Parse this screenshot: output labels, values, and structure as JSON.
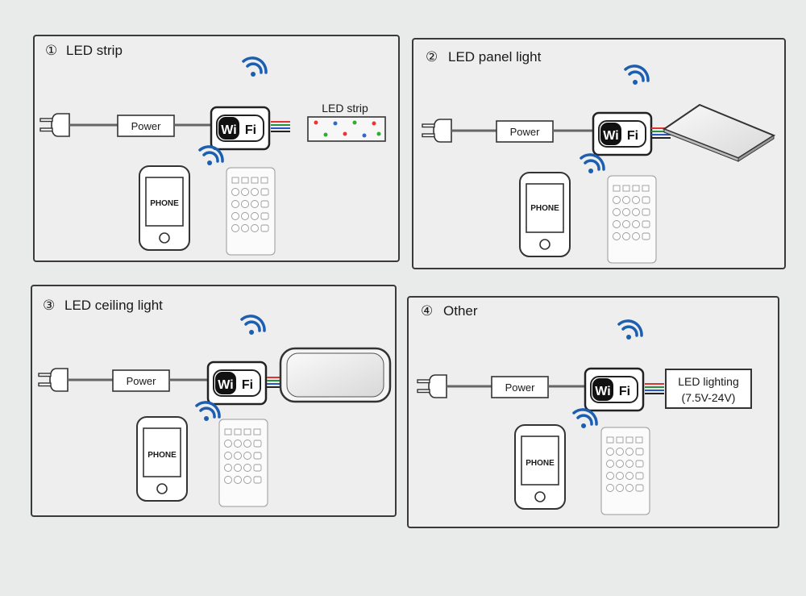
{
  "panels": [
    {
      "number": "①",
      "title": "LED strip",
      "device_label": "LED strip"
    },
    {
      "number": "②",
      "title": "LED panel light"
    },
    {
      "number": "③",
      "title": "LED ceiling light"
    },
    {
      "number": "④",
      "title": "Other",
      "device_label_line1": "LED lighting",
      "device_label_line2": "(7.5V-24V)"
    }
  ],
  "common": {
    "power_label": "Power",
    "wifi_left": "Wi",
    "wifi_right": "Fi",
    "phone_label": "PHONE"
  },
  "colors": {
    "frame": "#3a3a3a",
    "wifi_signal": "#1c5fb0",
    "background": "#e9eaea"
  },
  "icons": [
    "wifi-signal-icon",
    "power-plug-icon",
    "wifi-controller-icon",
    "phone-icon",
    "remote-icon"
  ]
}
